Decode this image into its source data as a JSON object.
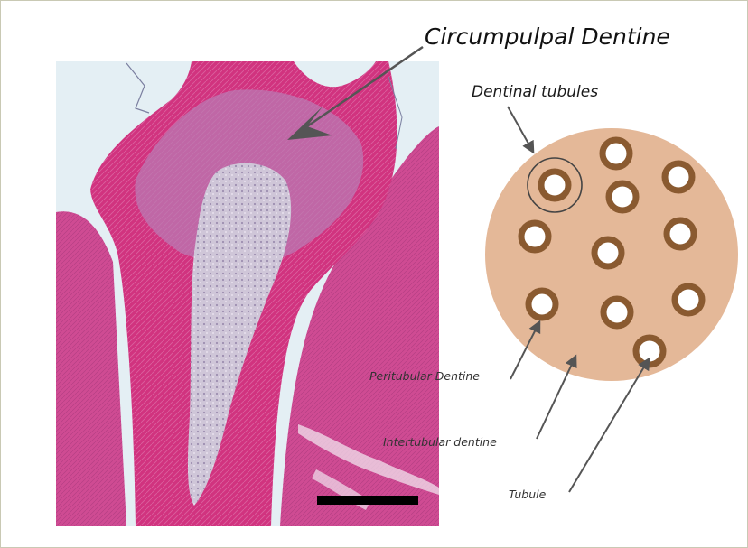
{
  "labels": {
    "title": "Circumpulpal Dentine",
    "dentinal_tubules": "Dentinal tubules",
    "peritubular": "Peritubular Dentine",
    "intertubular": "Intertubular dentine",
    "tubule": "Tubule"
  },
  "colors": {
    "disc_fill": "#e4b898",
    "tubule_ring": "#8a5a30",
    "tubule_lumen": "#ffffff",
    "tissue_dark": "#d1337f",
    "tissue_light": "#c875ae",
    "pulp": "#c7c1d2",
    "background_sky": "#e4eff4",
    "arrow": "#555555",
    "scale_bar": "#000000"
  },
  "icons": {
    "scale_bar": "scale-bar",
    "pointer": "arrow-pointer"
  }
}
